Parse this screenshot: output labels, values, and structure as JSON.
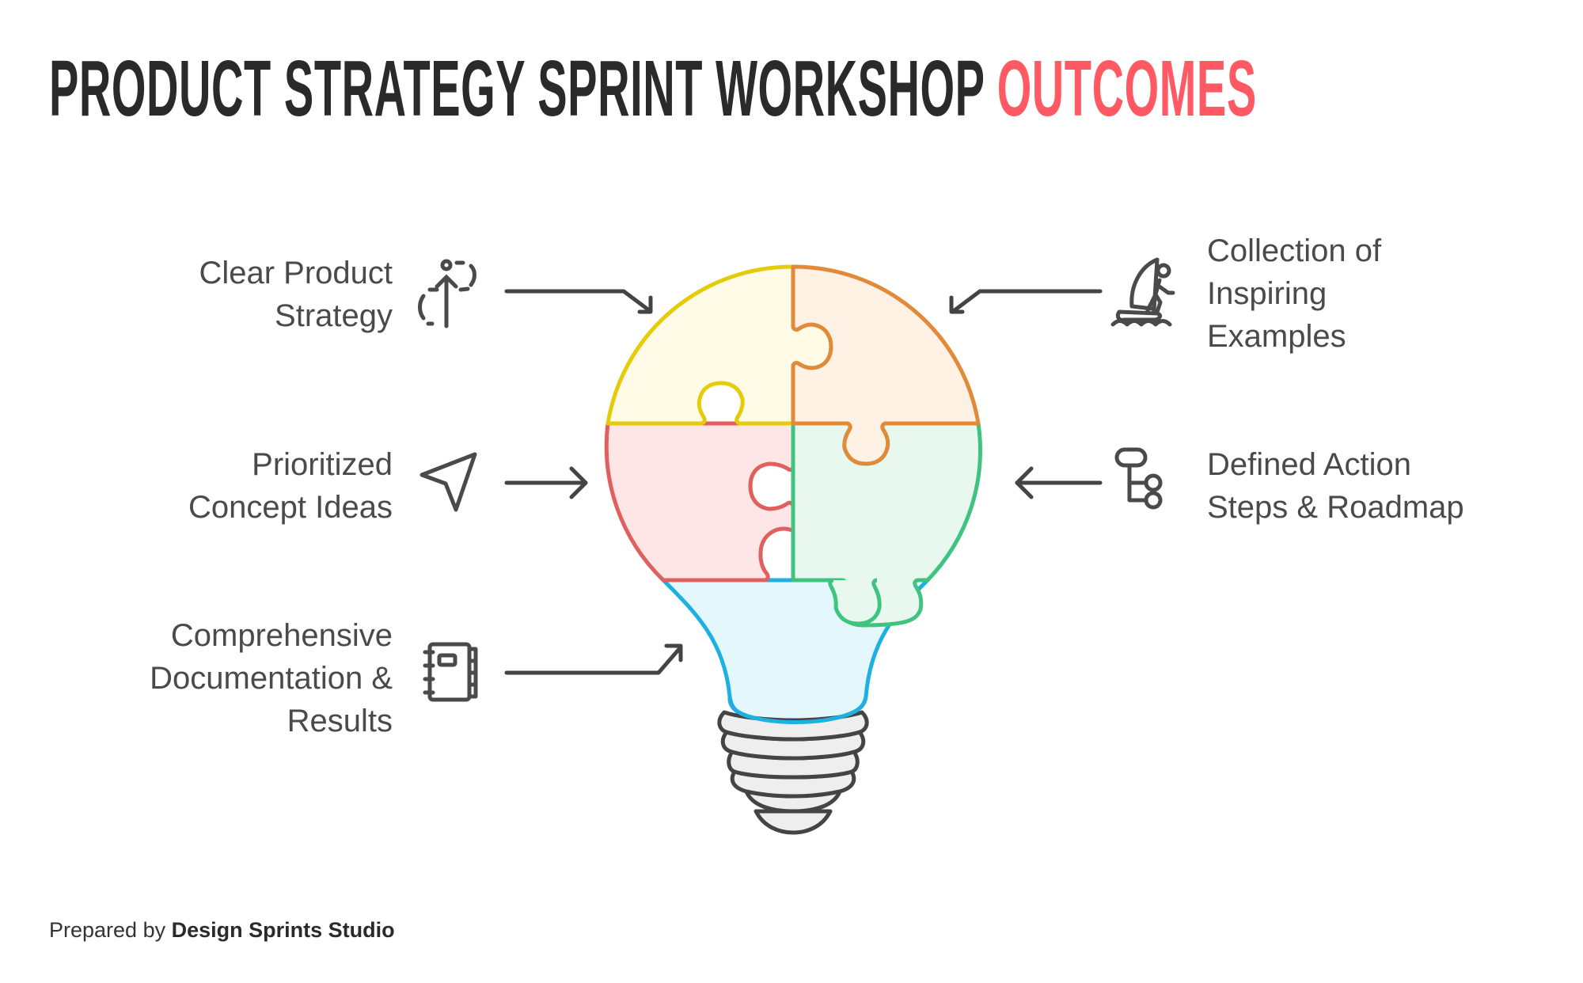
{
  "header": {
    "title_main": "PRODUCT STRATEGY SPRINT WORKSHOP",
    "title_accent": "OUTCOMES",
    "accent_color": "#ff5a64"
  },
  "outcomes": [
    {
      "id": "strategy",
      "side": "left",
      "lines": [
        "Clear Product",
        "Strategy"
      ],
      "icon": "dashed-circles-arrow-up-icon",
      "color": "#e5cc0a"
    },
    {
      "id": "concepts",
      "side": "left",
      "lines": [
        "Prioritized",
        "Concept Ideas"
      ],
      "icon": "navigation-pointer-icon",
      "color": "#e06060"
    },
    {
      "id": "documentation",
      "side": "left",
      "lines": [
        "Comprehensive",
        "Documentation &",
        "Results"
      ],
      "icon": "notebook-icon",
      "color": "#1eb0e0"
    },
    {
      "id": "examples",
      "side": "right",
      "lines": [
        "Collection of",
        "Inspiring",
        "Examples"
      ],
      "icon": "windsurfer-icon",
      "color": "#e08a3a"
    },
    {
      "id": "roadmap",
      "side": "right",
      "lines": [
        "Defined Action",
        "Steps & Roadmap"
      ],
      "icon": "tree-structure-icon",
      "color": "#3ec47e"
    }
  ],
  "bulb": {
    "pieces": [
      {
        "name": "top-left",
        "fill": "#fffbe6",
        "stroke": "#e5cc0a"
      },
      {
        "name": "top-right",
        "fill": "#fff1e4",
        "stroke": "#e08a3a"
      },
      {
        "name": "mid-left",
        "fill": "#ffe6e6",
        "stroke": "#e06060"
      },
      {
        "name": "mid-right",
        "fill": "#e8f8ef",
        "stroke": "#3ec47e"
      },
      {
        "name": "neck",
        "fill": "#e3f7fd",
        "stroke": "#1eb0e0"
      }
    ],
    "base_fill": "#eeeeee",
    "base_stroke": "#444444"
  },
  "footer": {
    "prefix": "Prepared by",
    "author": "Design Sprints Studio"
  }
}
